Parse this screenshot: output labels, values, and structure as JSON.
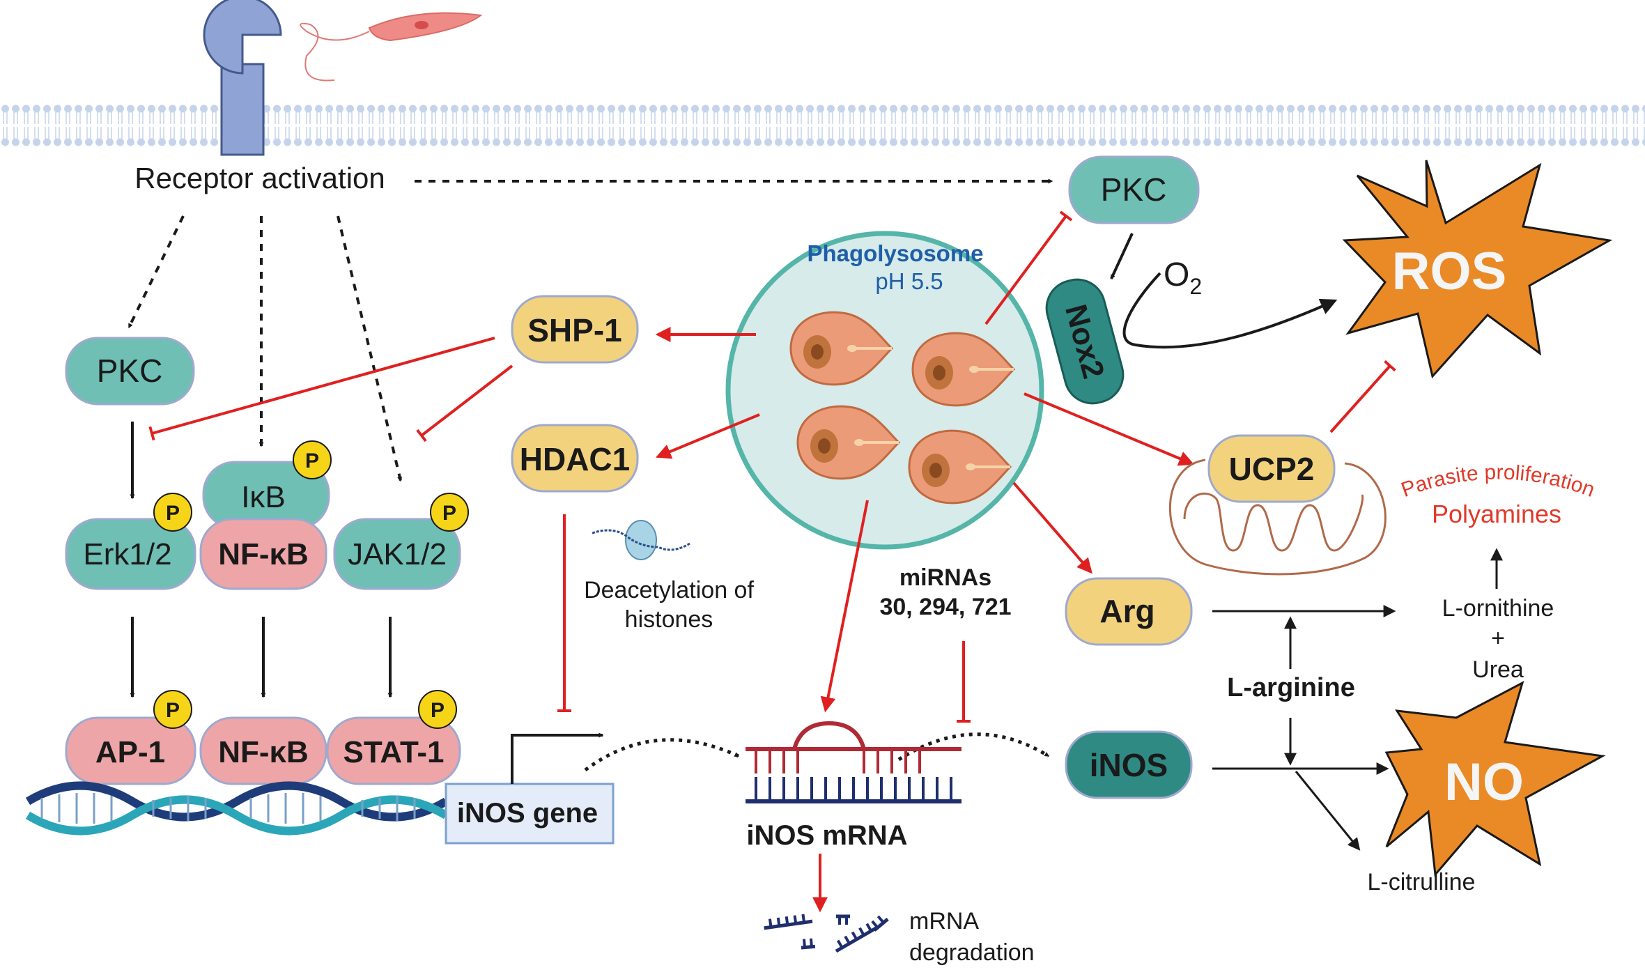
{
  "labels": {
    "receptor_activation": "Receptor activation",
    "pkc_top": "PKC",
    "pkc_left": "PKC",
    "erk": "Erk1/2",
    "ikb": "IκB",
    "nfkb_upper": "NF-κB",
    "jak": "JAK1/2",
    "ap1": "AP-1",
    "nfkb_lower": "NF-κB",
    "stat1": "STAT-1",
    "p_mark": "P",
    "inos_gene": "iNOS gene",
    "shp1": "SHP-1",
    "hdac1": "HDAC1",
    "deacetylation_line1": "Deacetylation of",
    "deacetylation_line2": "histones",
    "phagolysosome": "Phagolysosome",
    "ph": "pH 5.5",
    "nox2": "Nox2",
    "o2": "O",
    "o2_sub": "2",
    "ros": "ROS",
    "ucp2": "UCP2",
    "parasite_proliferation": "Parasite proliferation",
    "polyamines": "Polyamines",
    "arg": "Arg",
    "mirnas_line1": "miRNAs",
    "mirnas_line2": "30, 294, 721",
    "inos_mrna": "iNOS mRNA",
    "mrna_degradation_line1": "mRNA",
    "mrna_degradation_line2": "degradation",
    "inos": "iNOS",
    "l_arginine": "L-arginine",
    "l_ornithine": "L-ornithine",
    "plus": "+",
    "urea": "Urea",
    "no": "NO",
    "l_citrulline": "L-citrulline"
  },
  "colors": {
    "teal_node": "#6fbfb5",
    "teal_dark_node": "#2f8a84",
    "yellow_node": "#f2d27d",
    "pink_node": "#eea5a7",
    "node_border": "#9fa9cf",
    "phospho": "#f6d418",
    "inhibition_red": "#e02020",
    "burst_orange": "#ea8a26",
    "membrane_blue": "#c5d4ea",
    "phago_fill": "#d6ebea",
    "phago_border": "#55b5a8",
    "parasite": "#ec9b78",
    "dna_dark": "#1f3c7a",
    "dna_teal": "#2aa6b8",
    "label_blue": "#1f5ea8"
  }
}
